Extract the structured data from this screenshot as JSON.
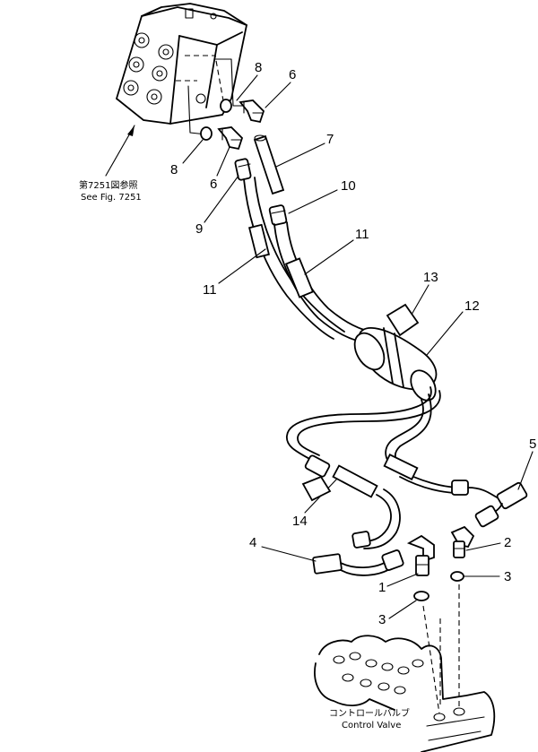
{
  "callouts": {
    "n1": "1",
    "n2": "2",
    "n3a": "3",
    "n3b": "3",
    "n4": "4",
    "n5": "5",
    "n6a": "6",
    "n6b": "6",
    "n7": "7",
    "n8a": "8",
    "n8b": "8",
    "n9": "9",
    "n10": "10",
    "n11a": "11",
    "n11b": "11",
    "n12": "12",
    "n13": "13",
    "n14": "14"
  },
  "notes": {
    "ref_jp": "第7251図参照",
    "ref_en": "See Fig. 7251",
    "valve_jp": "コントロールバルブ",
    "valve_en": "Control Valve"
  }
}
